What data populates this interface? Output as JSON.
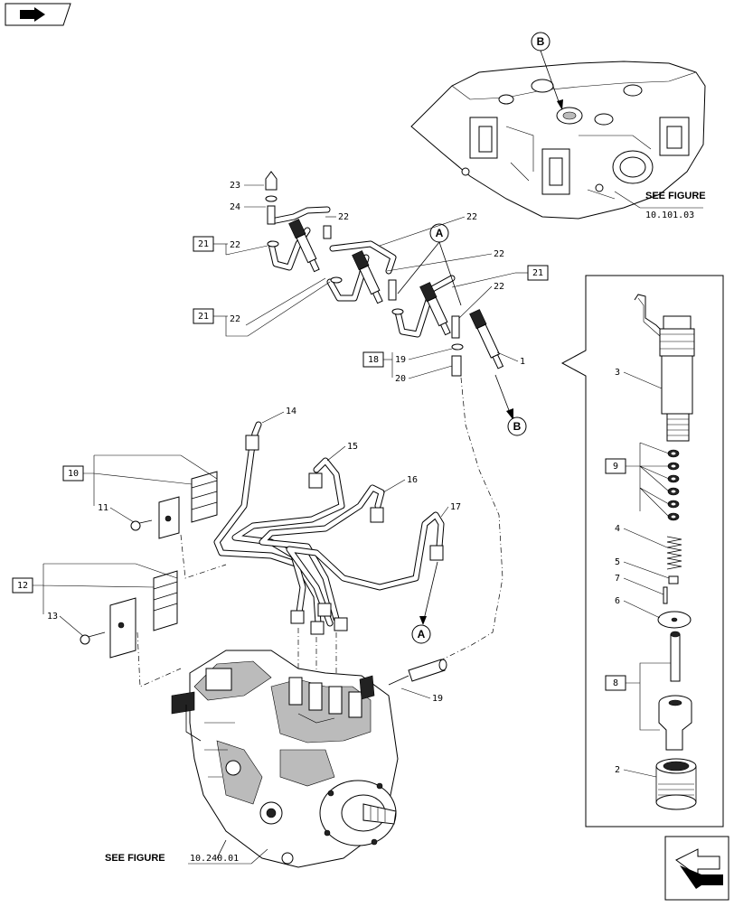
{
  "callouts": {
    "c1": "1",
    "c2": "2",
    "c3": "3",
    "c4": "4",
    "c5": "5",
    "c6": "6",
    "c7": "7",
    "c8": "8",
    "c9": "9",
    "c10": "10",
    "c11": "11",
    "c12": "12",
    "c13": "13",
    "c14": "14",
    "c15": "15",
    "c16": "16",
    "c17": "17",
    "c18": "18",
    "c19": "19",
    "c20": "20",
    "c21": "21",
    "c22": "22",
    "c23": "23",
    "c24": "24"
  },
  "refs": {
    "see_figure": "SEE FIGURE",
    "head_ref": "10.101.03",
    "pump_ref": "10.240.01"
  },
  "markers": {
    "a": "A",
    "b": "B"
  },
  "icons": {
    "top_left": "arrow-folder-icon",
    "bottom_right": "next-page-arrow-icon"
  }
}
